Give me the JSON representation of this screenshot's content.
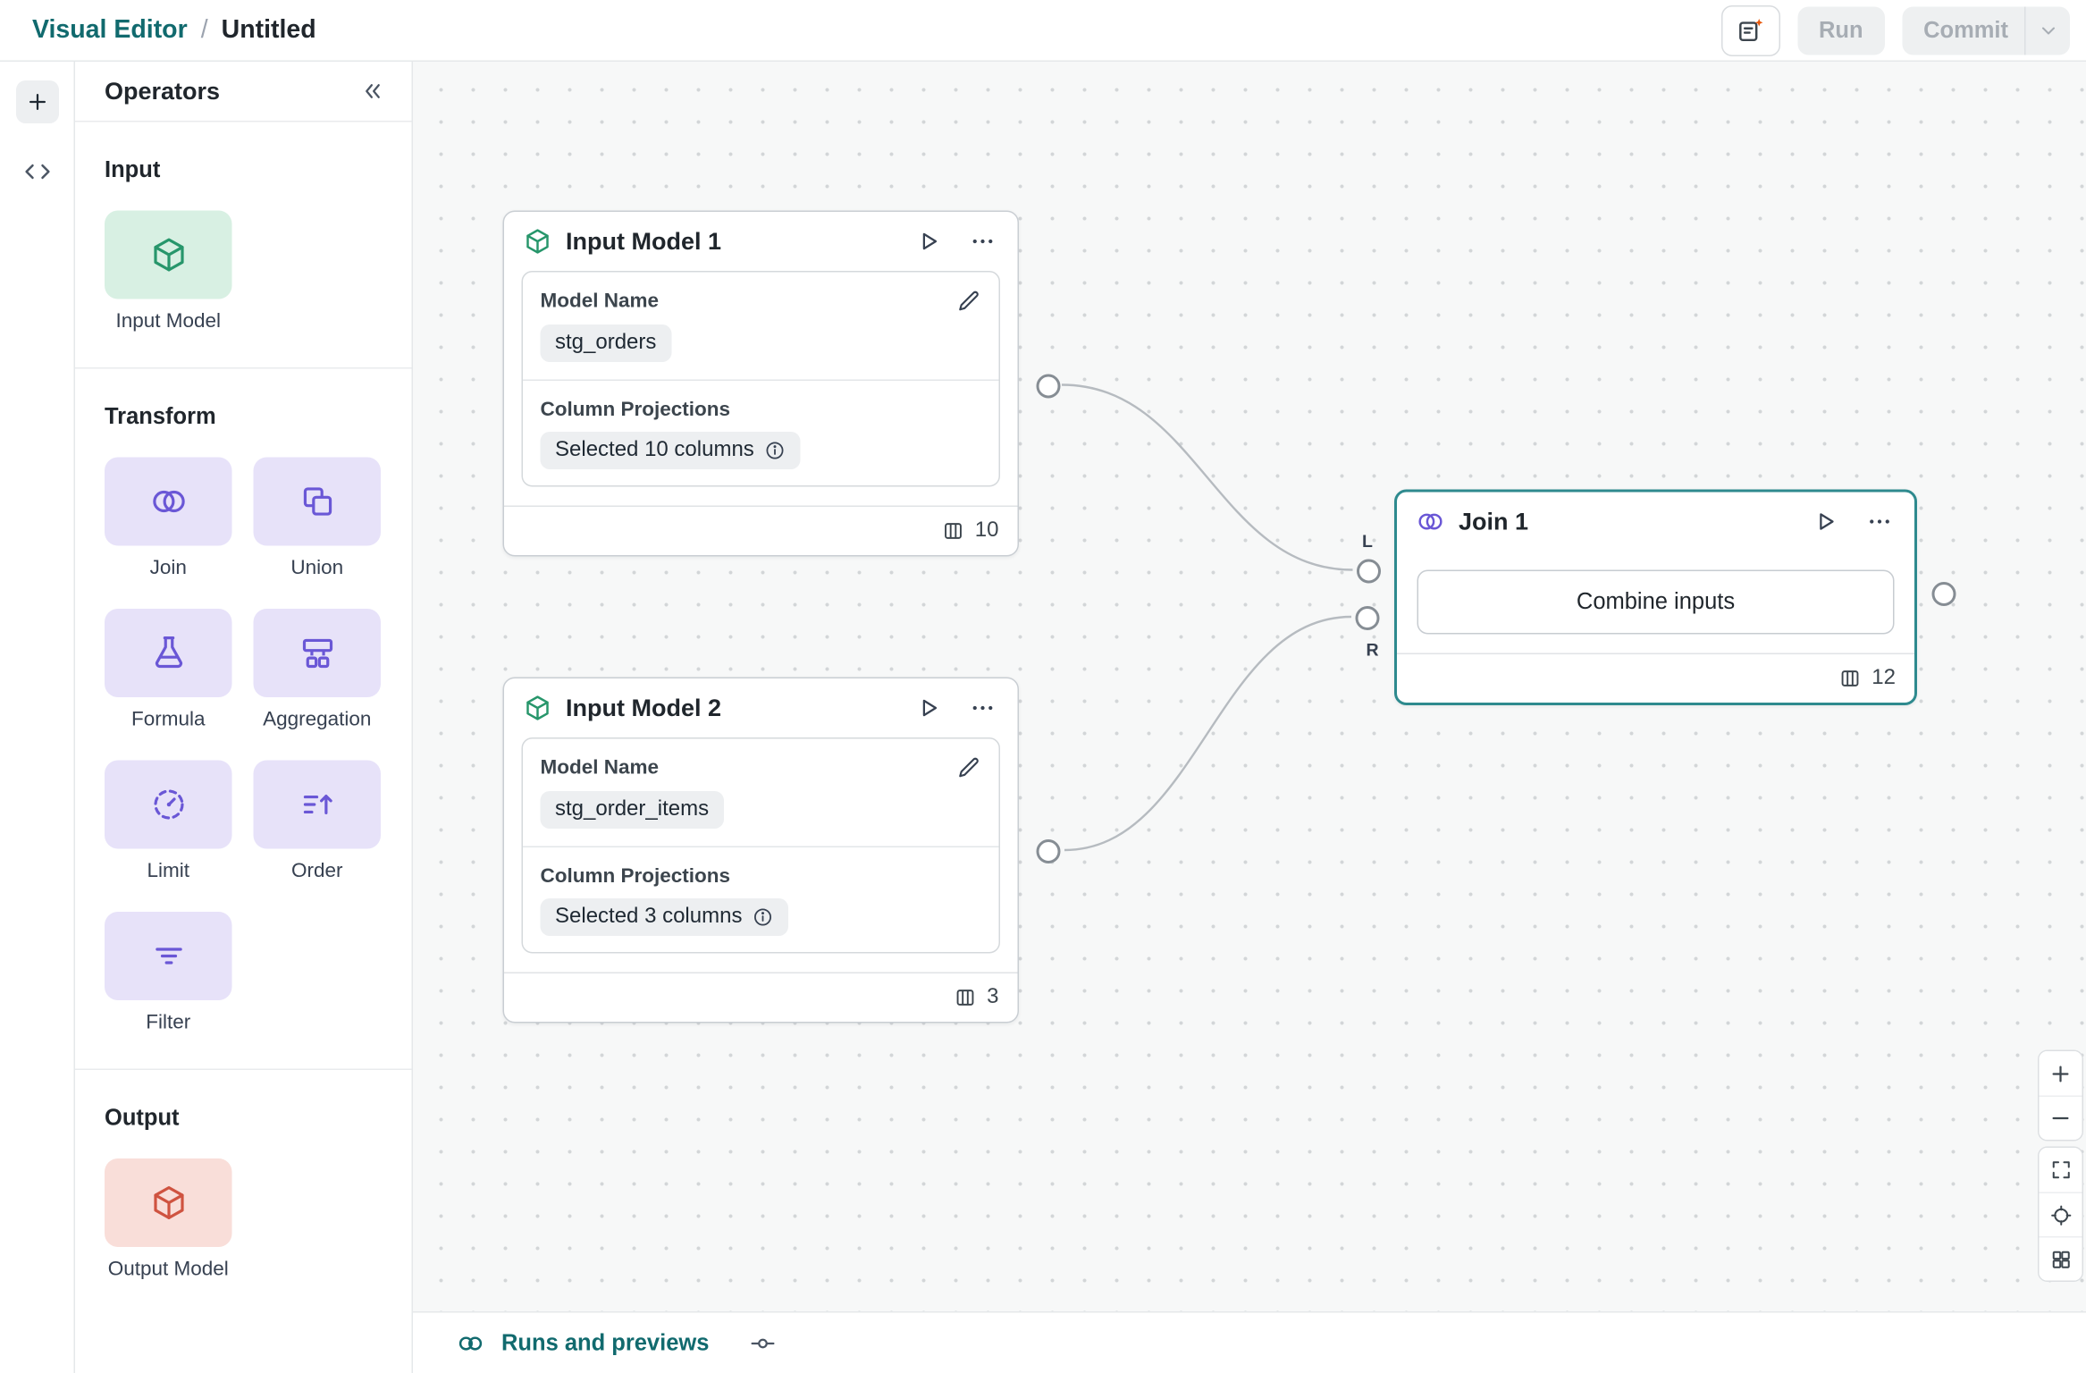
{
  "colors": {
    "accent_teal": "#116A6E",
    "join_selected_border": "#2E8A8E",
    "tile_green_bg": "#D8F0E3",
    "tile_green_icon": "#27966B",
    "tile_purple_bg": "#E7E2F9",
    "tile_purple_icon": "#6A57D6",
    "tile_red_bg": "#F9DED9",
    "tile_red_icon": "#CF5340",
    "canvas_bg": "#F7F8F8",
    "disabled_button_bg": "#EEF0F1"
  },
  "header": {
    "breadcrumb": {
      "app": "Visual Editor",
      "separator": "/",
      "title": "Untitled"
    },
    "run_label": "Run",
    "commit_label": "Commit"
  },
  "sidebar": {
    "title": "Operators",
    "sections": [
      {
        "label": "Input",
        "tiles": [
          {
            "label": "Input Model",
            "icon": "cube-icon"
          }
        ]
      },
      {
        "label": "Transform",
        "tiles": [
          {
            "label": "Join",
            "icon": "join-circles-icon"
          },
          {
            "label": "Union",
            "icon": "union-squares-icon"
          },
          {
            "label": "Formula",
            "icon": "flask-icon"
          },
          {
            "label": "Aggregation",
            "icon": "aggregation-icon"
          },
          {
            "label": "Limit",
            "icon": "limit-gauge-icon"
          },
          {
            "label": "Order",
            "icon": "sort-order-icon"
          },
          {
            "label": "Filter",
            "icon": "filter-lines-icon"
          }
        ]
      },
      {
        "label": "Output",
        "tiles": [
          {
            "label": "Output Model",
            "icon": "cube-icon"
          }
        ]
      }
    ]
  },
  "bottom_bar": {
    "runs_label": "Runs and previews"
  },
  "canvas": {
    "nodes": {
      "input1": {
        "title": "Input Model 1",
        "model_name_label": "Model Name",
        "model_name": "stg_orders",
        "projections_label": "Column Projections",
        "projections_value": "Selected 10 columns",
        "column_count": "10"
      },
      "input2": {
        "title": "Input Model 2",
        "model_name_label": "Model Name",
        "model_name": "stg_order_items",
        "projections_label": "Column Projections",
        "projections_value": "Selected 3 columns",
        "column_count": "3"
      },
      "join": {
        "title": "Join 1",
        "action_label": "Combine inputs",
        "column_count": "12",
        "left_port_label": "L",
        "right_port_label": "R"
      }
    }
  }
}
